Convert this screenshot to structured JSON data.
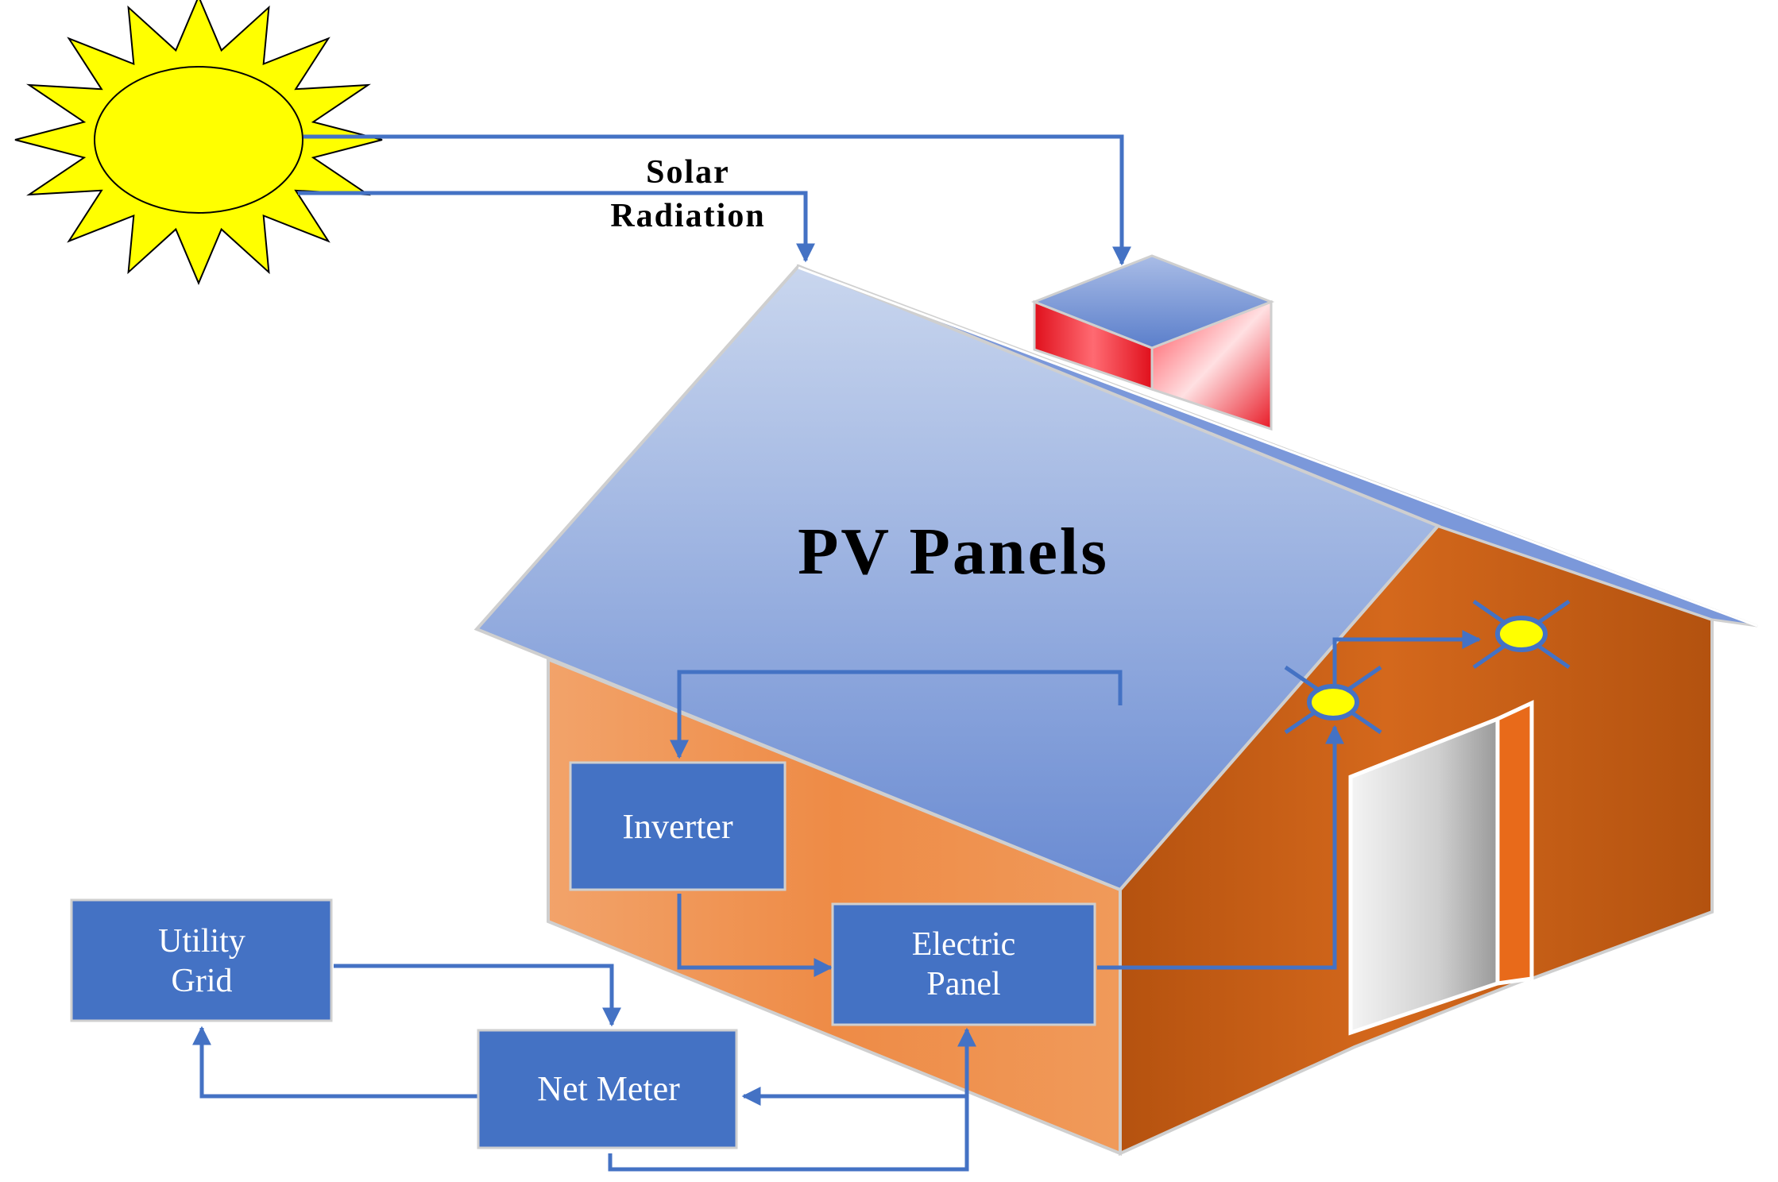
{
  "labels": {
    "solar_line1": "Solar",
    "solar_line2": "Radiation",
    "pv_panels": "PV Panels",
    "inverter": "Inverter",
    "utility_line1": "Utility",
    "utility_line2": "Grid",
    "electric_line1": "Electric",
    "electric_line2": "Panel",
    "net_meter": "Net Meter"
  },
  "colors": {
    "flow": "#4472c4",
    "box_fill": "#4472c4",
    "box_text": "#ffffff",
    "sun": "#ffff00",
    "wall_front": "#f09a5a",
    "wall_side": "#c9601a",
    "chimney": "#e8202a",
    "roof_top": "#c5d3ec",
    "roof_bottom": "#6f8fd4"
  },
  "icons": [
    "sun-icon",
    "light-bulb-icon"
  ]
}
